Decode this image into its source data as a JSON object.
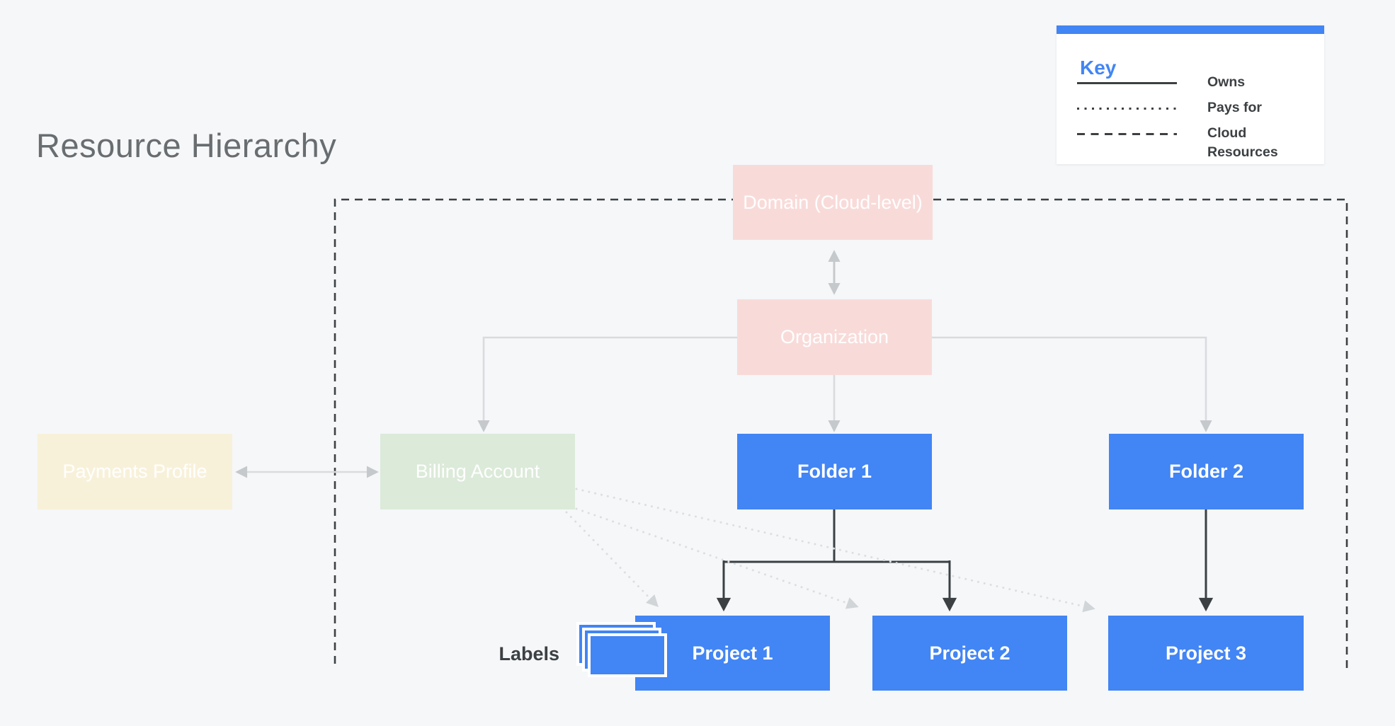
{
  "title": "Resource Hierarchy",
  "legend": {
    "heading": "Key",
    "items": [
      {
        "line_style": "solid",
        "label": "Owns"
      },
      {
        "line_style": "dotted",
        "label": "Pays for"
      },
      {
        "line_style": "dashed",
        "label": "Cloud Resources"
      }
    ]
  },
  "nodes": {
    "domain": {
      "label": "Domain (Cloud-level)",
      "color": "#f8dbd9"
    },
    "organization": {
      "label": "Organization",
      "color": "#f8dbd9"
    },
    "payments_profile": {
      "label": "Payments Profile",
      "color": "#f8f1da"
    },
    "billing_account": {
      "label": "Billing Account",
      "color": "#dcead9"
    },
    "folder_1": {
      "label": "Folder 1",
      "color": "#4285f4"
    },
    "folder_2": {
      "label": "Folder 2",
      "color": "#4285f4"
    },
    "project_1": {
      "label": "Project 1",
      "color": "#4285f4"
    },
    "project_2": {
      "label": "Project 2",
      "color": "#4285f4"
    },
    "project_3": {
      "label": "Project 3",
      "color": "#4285f4"
    }
  },
  "annotations": {
    "labels_caption": "Labels"
  },
  "edges": [
    {
      "from": "domain",
      "to": "organization",
      "relation": "owns",
      "bidirectional": true
    },
    {
      "from": "organization",
      "to": "billing_account",
      "relation": "owns"
    },
    {
      "from": "organization",
      "to": "folder_1",
      "relation": "owns"
    },
    {
      "from": "organization",
      "to": "folder_2",
      "relation": "owns"
    },
    {
      "from": "payments_profile",
      "to": "billing_account",
      "relation": "owns",
      "bidirectional": true
    },
    {
      "from": "folder_1",
      "to": "project_1",
      "relation": "owns"
    },
    {
      "from": "folder_1",
      "to": "project_2",
      "relation": "owns"
    },
    {
      "from": "folder_2",
      "to": "project_3",
      "relation": "owns"
    },
    {
      "from": "billing_account",
      "to": "project_1",
      "relation": "pays_for"
    },
    {
      "from": "billing_account",
      "to": "project_2",
      "relation": "pays_for"
    },
    {
      "from": "billing_account",
      "to": "project_3",
      "relation": "pays_for"
    }
  ],
  "cloud_resources_boundary": [
    "organization",
    "billing_account",
    "folder_1",
    "folder_2",
    "project_1",
    "project_2",
    "project_3"
  ],
  "colors": {
    "background": "#f5f7f9",
    "google_blue": "#4285f4",
    "pink_node": "#f8dbd9",
    "cream_node": "#f8f1da",
    "green_node": "#dcead9",
    "dark_line": "#3c4043",
    "gray_line": "#d9dbde",
    "gray_arrowhead": "#c6c9cc",
    "dotted_line": "#dcdee1",
    "dotted_arrowhead": "#d2d5d8",
    "title_text": "#696d70",
    "node_text": "#ffffff"
  }
}
